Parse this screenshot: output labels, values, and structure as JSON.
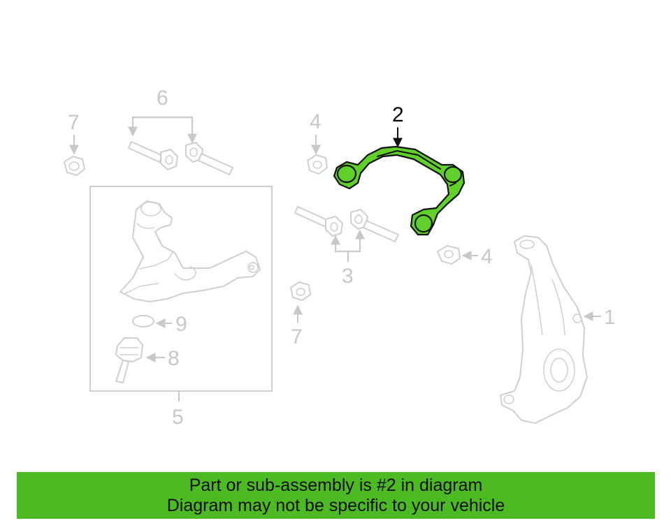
{
  "callouts": {
    "c1": "1",
    "c2": "2",
    "c3": "3",
    "c4a": "4",
    "c4b": "4",
    "c5": "5",
    "c6": "6",
    "c7a": "7",
    "c7b": "7",
    "c8": "8",
    "c9": "9"
  },
  "banner": {
    "line1": "Part or sub-assembly is #2 in diagram",
    "line2": "Diagram may not be specific to your vehicle"
  },
  "colors": {
    "highlight": "#5fd12a",
    "banner": "#4cbb23",
    "ghost": "#cfcfcf"
  }
}
